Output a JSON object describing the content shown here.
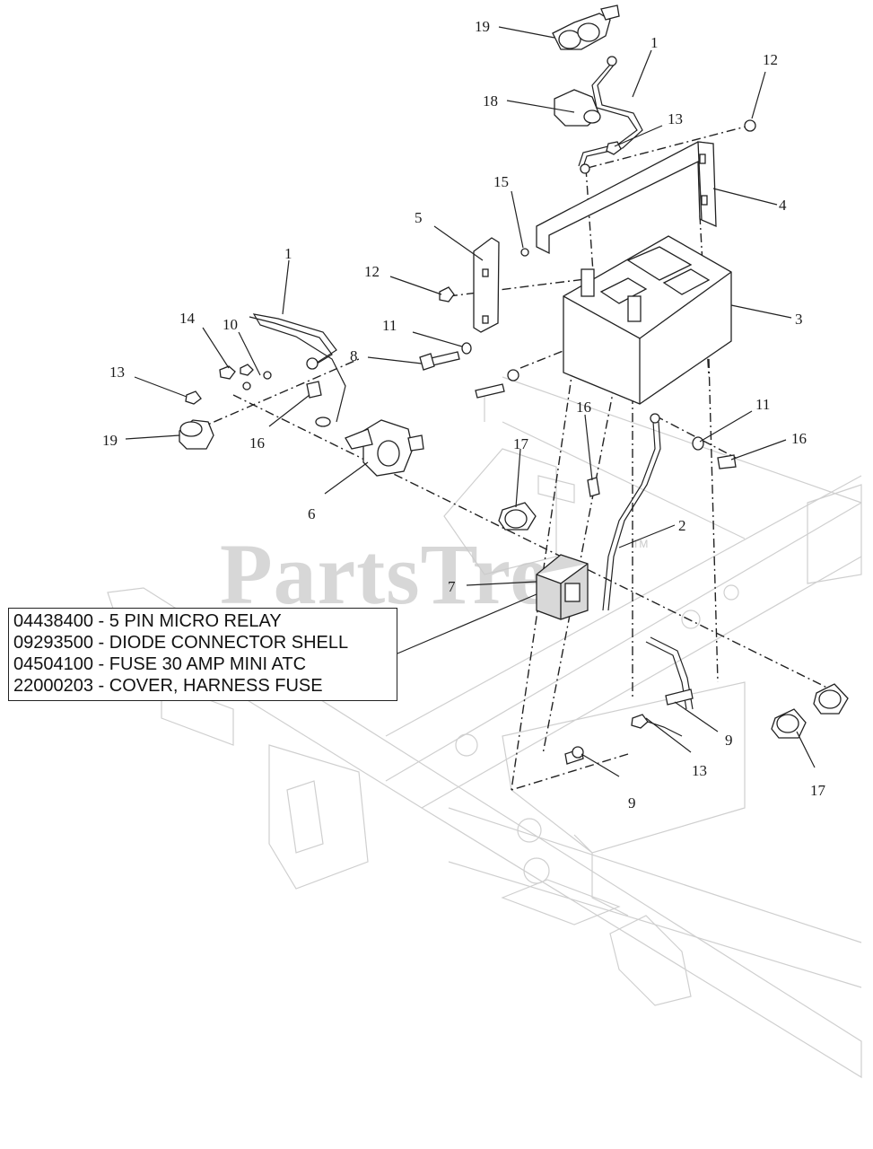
{
  "watermark": {
    "text": "PartsTree",
    "trademark": "TM"
  },
  "callouts": {
    "c19_top": "19",
    "c1_top": "1",
    "c12_right": "12",
    "c18": "18",
    "c13_top": "13",
    "c4": "4",
    "c15": "15",
    "c5": "5",
    "c12_left": "12",
    "c3": "3",
    "c1_left": "1",
    "c14": "14",
    "c10": "10",
    "c11_left": "11",
    "c8": "8",
    "c13_left": "13",
    "c19_left": "19",
    "c16_left": "16",
    "c16_mid": "16",
    "c11_right": "11",
    "c16_right": "16",
    "c17_left": "17",
    "c6": "6",
    "c2": "2",
    "c7": "7",
    "c9_right": "9",
    "c13_bottom": "13",
    "c9_bottom": "9",
    "c17_right": "17"
  },
  "legend": [
    "04438400 - 5 PIN MICRO RELAY",
    "09293500 - DIODE CONNECTOR SHELL",
    "04504100 - FUSE 30 AMP MINI ATC",
    "22000203 - COVER, HARNESS FUSE"
  ]
}
